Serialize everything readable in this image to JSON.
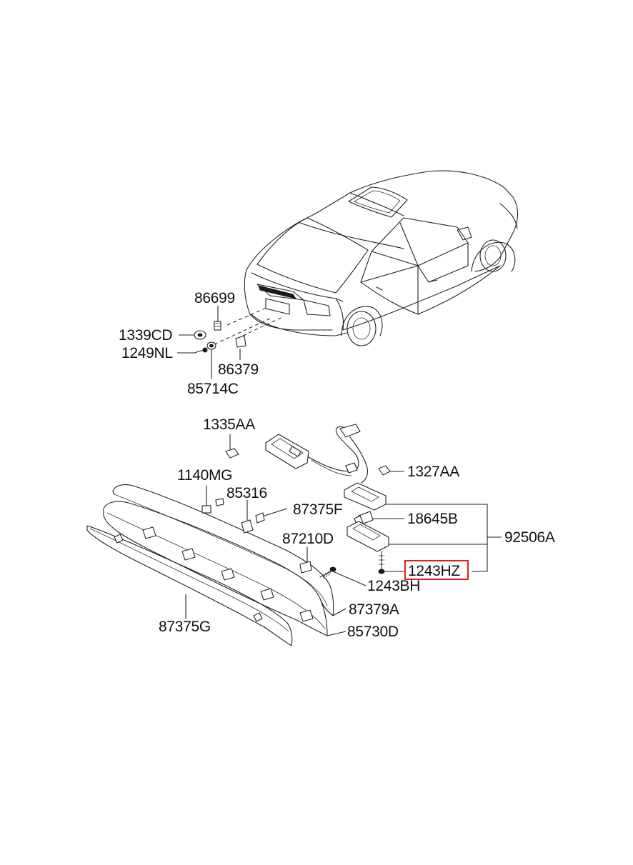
{
  "parts": {
    "p86699": "86699",
    "p1339CD": "1339CD",
    "p1249NL": "1249NL",
    "p86379": "86379",
    "p85714C": "85714C",
    "p1335AA": "1335AA",
    "p1140MG": "1140MG",
    "p85316": "85316",
    "p87375F": "87375F",
    "p87210D": "87210D",
    "p1327AA": "1327AA",
    "p18645B": "18645B",
    "p92506A": "92506A",
    "p1243HZ": "1243HZ",
    "p1243BH": "1243BH",
    "p87379A": "87379A",
    "p85730D": "85730D",
    "p87375G": "87375G"
  },
  "highlight": {
    "part": "1243HZ",
    "color": "#e02020"
  },
  "colors": {
    "line": "#222222",
    "background": "#ffffff"
  }
}
